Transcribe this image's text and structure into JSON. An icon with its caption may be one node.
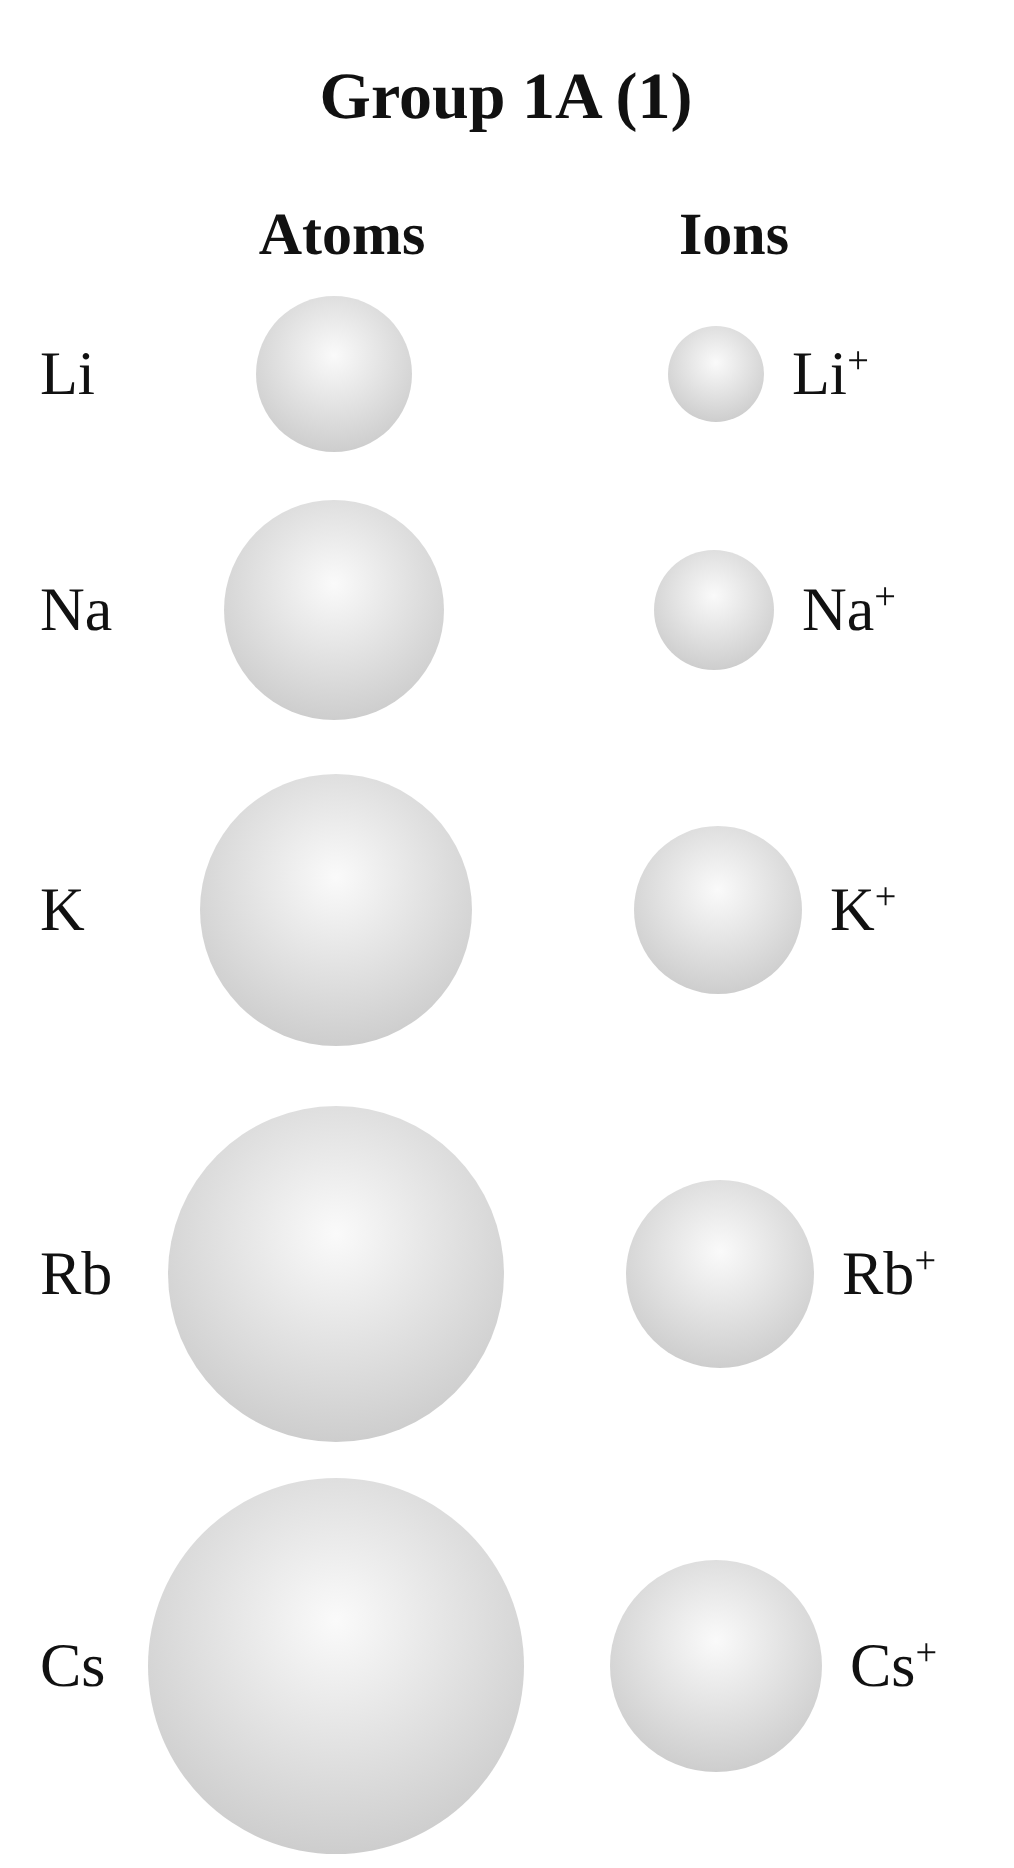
{
  "diagram": {
    "title": "Group 1A (1)",
    "nodes": [
      {
        "text": [],
        "shape": "circle",
        "beside": [
          "Li"
        ]
      },
      {
        "text": [],
        "shape": "circle",
        "beside": [
          "Li$^{+}$"
        ]
      },
      {
        "text": [],
        "shape": "circle",
        "beside": [
          "Na"
        ]
      },
      {
        "text": [],
        "shape": "circle",
        "beside": [
          "Na$^{+}$"
        ]
      },
      {
        "text": [],
        "shape": "circle",
        "beside": [
          "K"
        ]
      },
      {
        "text": [],
        "shape": "circle",
        "beside": [
          "K$^{+}$"
        ]
      },
      {
        "text": [],
        "shape": "circle",
        "beside": [
          "Rb"
        ]
      },
      {
        "text": [],
        "shape": "circle",
        "beside": [
          "Rb$^{+}$"
        ]
      },
      {
        "text": [],
        "shape": "circle",
        "beside": [
          "Cs"
        ]
      },
      {
        "text": [],
        "shape": "circle",
        "beside": [
          "Cs$^{+}$"
        ]
      }
    ],
    "labels": [
      "Atoms",
      "Ions"
    ]
  }
}
